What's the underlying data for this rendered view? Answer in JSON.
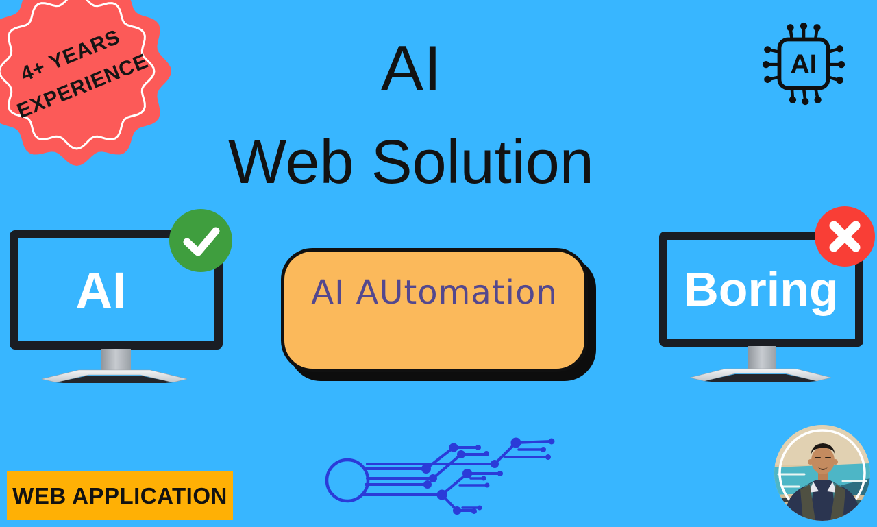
{
  "colors": {
    "background": "#38B6FF",
    "badge-red": "#FC5A58",
    "ink": "#121212",
    "check-green": "#3F9E3E",
    "cross-red": "#F93E36",
    "pill-orange": "#FBB95B",
    "pill-purple": "#54488E",
    "banner-yellow": "#FFB005",
    "circuit-blue": "#2B3BD8",
    "bezel": "#1A1D23",
    "screen-blue": "#38B6FF"
  },
  "experience_badge": {
    "line1": "4+ YEARS",
    "line2": "EXPERIENCE"
  },
  "title": {
    "line1": "AI",
    "line2": "Web Solution"
  },
  "chip_icon": {
    "label": "AI"
  },
  "comparison": {
    "good_monitor": {
      "screen_label": "AI",
      "status": "approved"
    },
    "bad_monitor": {
      "screen_label": "Boring",
      "status": "rejected"
    }
  },
  "automation_pill": {
    "label": "AI AUtomation"
  },
  "web_app_banner": {
    "label": "WEB APPLICATION"
  }
}
